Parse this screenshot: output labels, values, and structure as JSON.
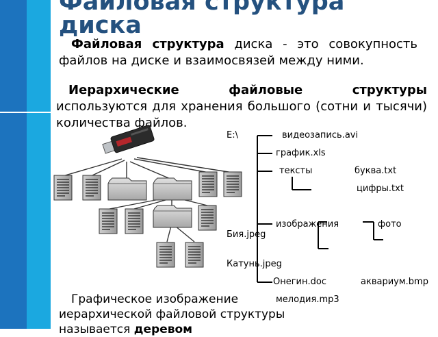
{
  "title": "Файловая структура диска",
  "para1": {
    "bold": "Файловая структура",
    "rest": " диска - это совокупность файлов на диске и взаимосвязей между ними."
  },
  "para2": {
    "bold": "Иерархические файловые структуры",
    "rest": " используются для хранения большого (сотни и тысячи) количества файлов."
  },
  "para3": {
    "text": "Графическое изображение иерархической файловой структуры называется ",
    "bold": "деревом"
  },
  "tree": {
    "root": "E:\\",
    "video": "видеозапись.avi",
    "graph": "график.xls",
    "texts": "тексты",
    "letter": "буква.txt",
    "digits": "цифры.txt",
    "images": "изображения",
    "photo": "фото",
    "biya": "Бия.jpeg",
    "katun": "Катунь.jpeg",
    "onegin": "Онегин.doc",
    "aquarium": "аквариум.bmp",
    "melody": "мелодия.mp3"
  }
}
